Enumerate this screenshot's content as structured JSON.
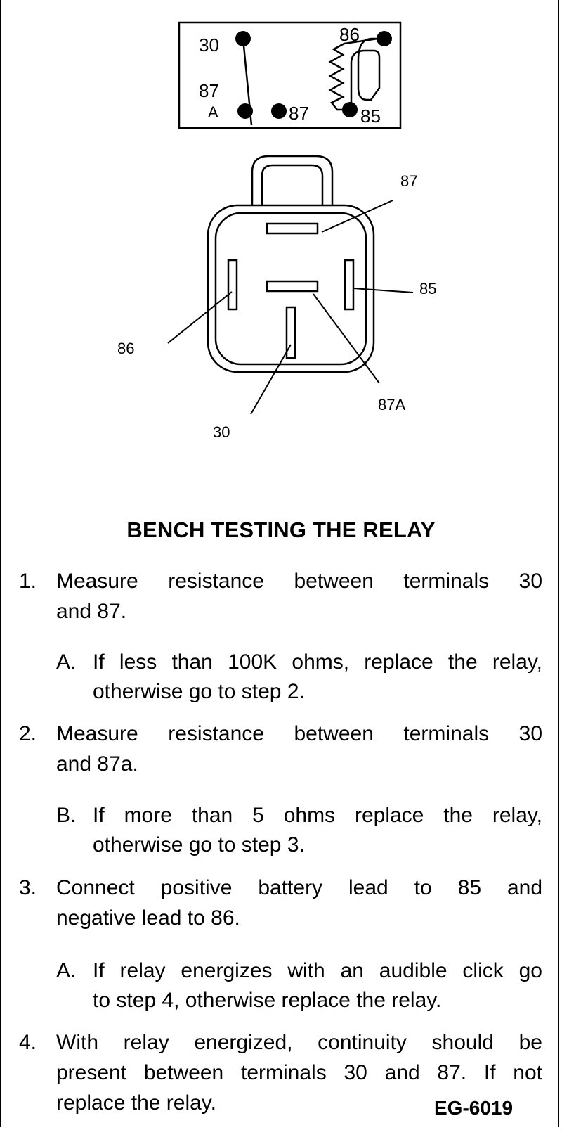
{
  "schematic": {
    "pins": {
      "p30": "30",
      "p86": "86",
      "p87a_top": "87",
      "p87a_bottom": "A",
      "p87": "87",
      "p85": "85"
    }
  },
  "connector": {
    "labels": {
      "t87": "87",
      "t85": "85",
      "t86": "86",
      "t87A": "87A",
      "t30": "30"
    }
  },
  "heading": "BENCH TESTING THE RELAY",
  "steps": [
    {
      "num": "1.",
      "line1": "Measure resistance between terminals 30",
      "line2": "and 87."
    },
    {
      "num": "2.",
      "line1": "Measure resistance between terminals 30",
      "line2": "and 87a."
    },
    {
      "num": "3.",
      "line1": "Connect positive battery lead to 85 and",
      "line2": "negative lead to 86."
    },
    {
      "num": "4.",
      "line1": "With relay energized, continuity should be",
      "line2": "present between terminals 30 and 87. If not",
      "line3": "replace the relay."
    }
  ],
  "substeps": [
    {
      "num": "A.",
      "line1": "If less than 100K ohms, replace the relay,",
      "line2": "otherwise go to step 2."
    },
    {
      "num": "B.",
      "line1": "If more than 5 ohms replace the relay,",
      "line2": "otherwise go to step 3."
    },
    {
      "num": "A.",
      "line1": "If relay energizes with an audible click go",
      "line2": "to step 4, otherwise replace the relay."
    }
  ],
  "figure_code": "EG-6019"
}
